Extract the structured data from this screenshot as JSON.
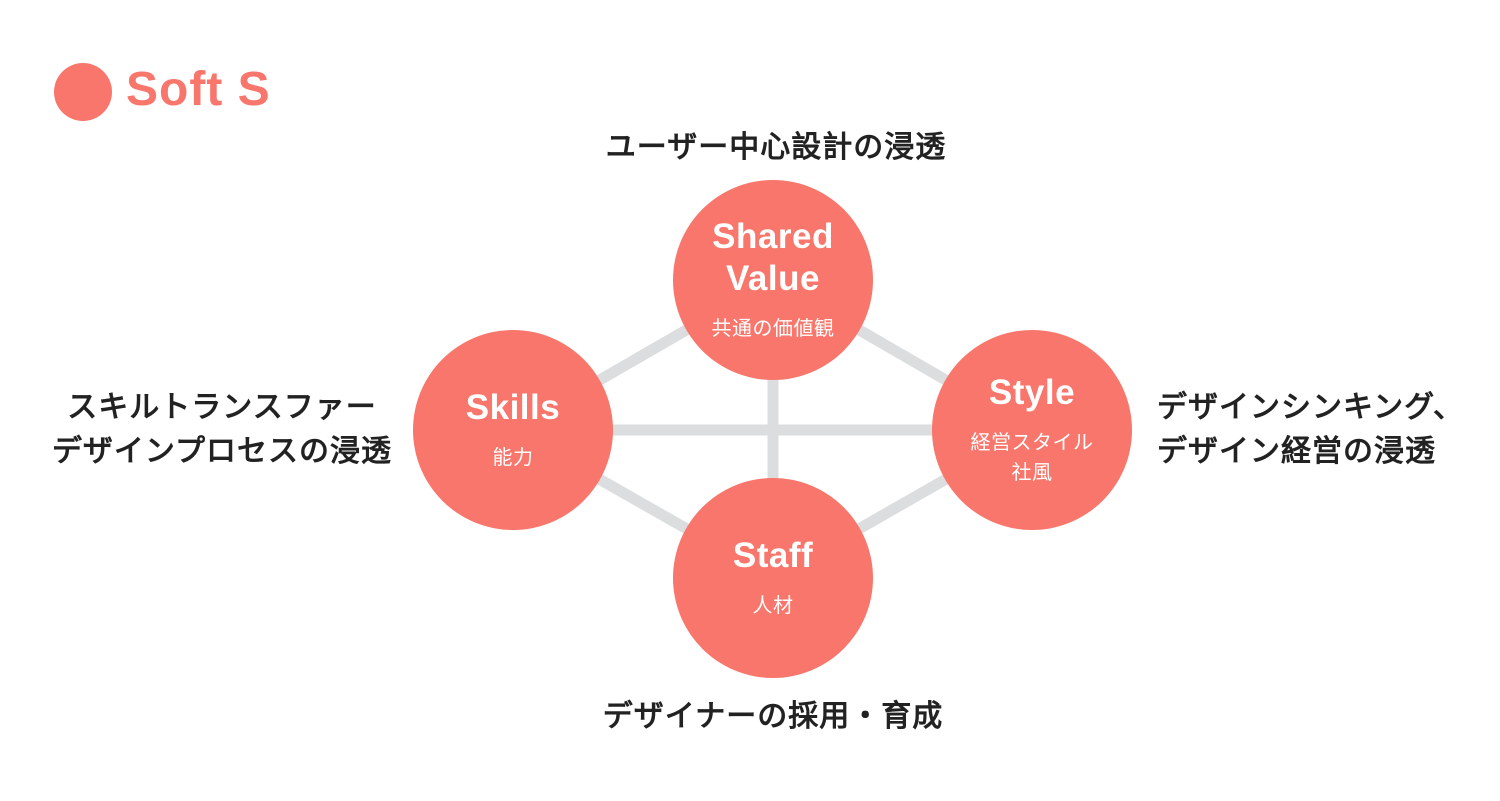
{
  "header": {
    "title": "Soft S"
  },
  "colors": {
    "accent": "#F8766B",
    "connector": "#DCDDDE",
    "text": "#222222"
  },
  "nodes": {
    "shared_value": {
      "en": "Shared Value",
      "ja": "共通の価値観"
    },
    "skills": {
      "en": "Skills",
      "ja": "能力"
    },
    "style": {
      "en": "Style",
      "ja_line1": "経営スタイル",
      "ja_line2": "社風"
    },
    "staff": {
      "en": "Staff",
      "ja": "人材"
    }
  },
  "annotations": {
    "top": "ユーザー中心設計の浸透",
    "left_line1": "スキルトランスファー",
    "left_line2": "デザインプロセスの浸透",
    "right_line1": "デザインシンキング、",
    "right_line2": "デザイン経営の浸透",
    "bottom": "デザイナーの採用・育成"
  }
}
